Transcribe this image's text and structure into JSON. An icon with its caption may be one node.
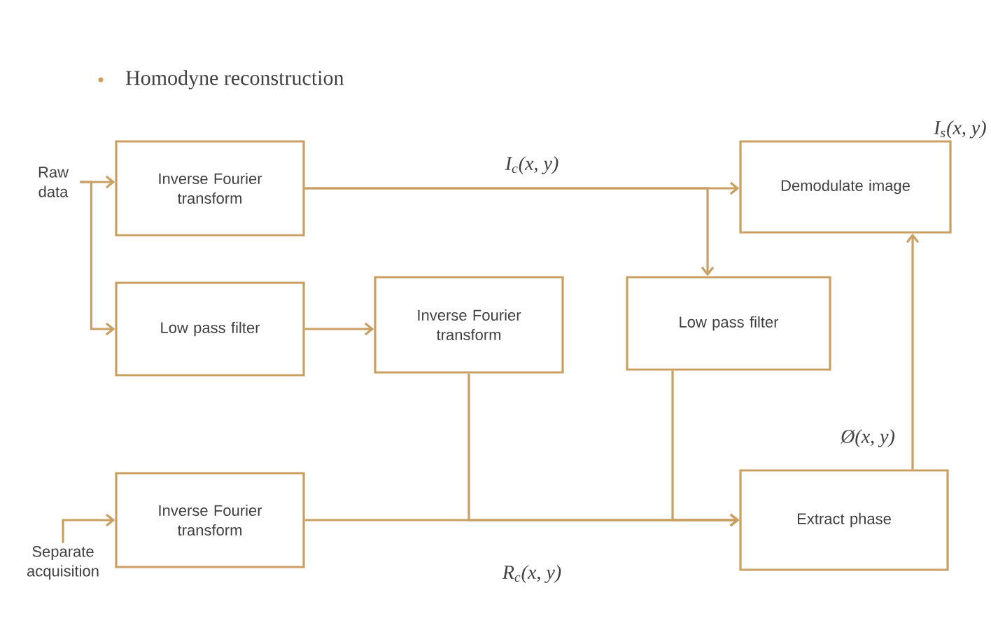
{
  "diagram": {
    "title": "Homodyne reconstruction",
    "nodes": [
      {
        "text": [
          "Raw data"
        ]
      },
      {
        "text": [
          "Inverse Fourier transform"
        ]
      },
      {
        "text": [
          "Low pass filter"
        ]
      },
      {
        "text": [
          "Inverse Fourier transform"
        ]
      },
      {
        "text": [
          "Low pass filter"
        ]
      },
      {
        "text": [
          "Demodulate image"
        ]
      },
      {
        "text": [
          "Inverse Fourier transform"
        ]
      },
      {
        "text": [
          "Extract phase"
        ]
      },
      {
        "text": [
          "Separate acquisition"
        ]
      }
    ],
    "edges": [
      {
        "from": 0,
        "to": 1,
        "arrow": "to"
      },
      {
        "from": 0,
        "to": 2,
        "arrow": "to"
      },
      {
        "from": 2,
        "to": 3,
        "arrow": "to"
      },
      {
        "from": 1,
        "to": 5,
        "arrow": "to",
        "label": "I$_{c}$(x, y)"
      },
      {
        "from": 1,
        "to": 4,
        "arrow": "to"
      },
      {
        "from": 6,
        "to": 7,
        "arrow": "to",
        "label": "R$_{c}$(x, y)"
      },
      {
        "from": 3,
        "to": 7,
        "arrow": "to"
      },
      {
        "from": 4,
        "to": 7,
        "arrow": "to"
      },
      {
        "from": 7,
        "to": 5,
        "arrow": "to",
        "label": "Ø(x, y)"
      },
      {
        "from": 8,
        "to": 6,
        "arrow": "to"
      }
    ],
    "labels": [
      "I$_{s}$(x, y)"
    ]
  }
}
